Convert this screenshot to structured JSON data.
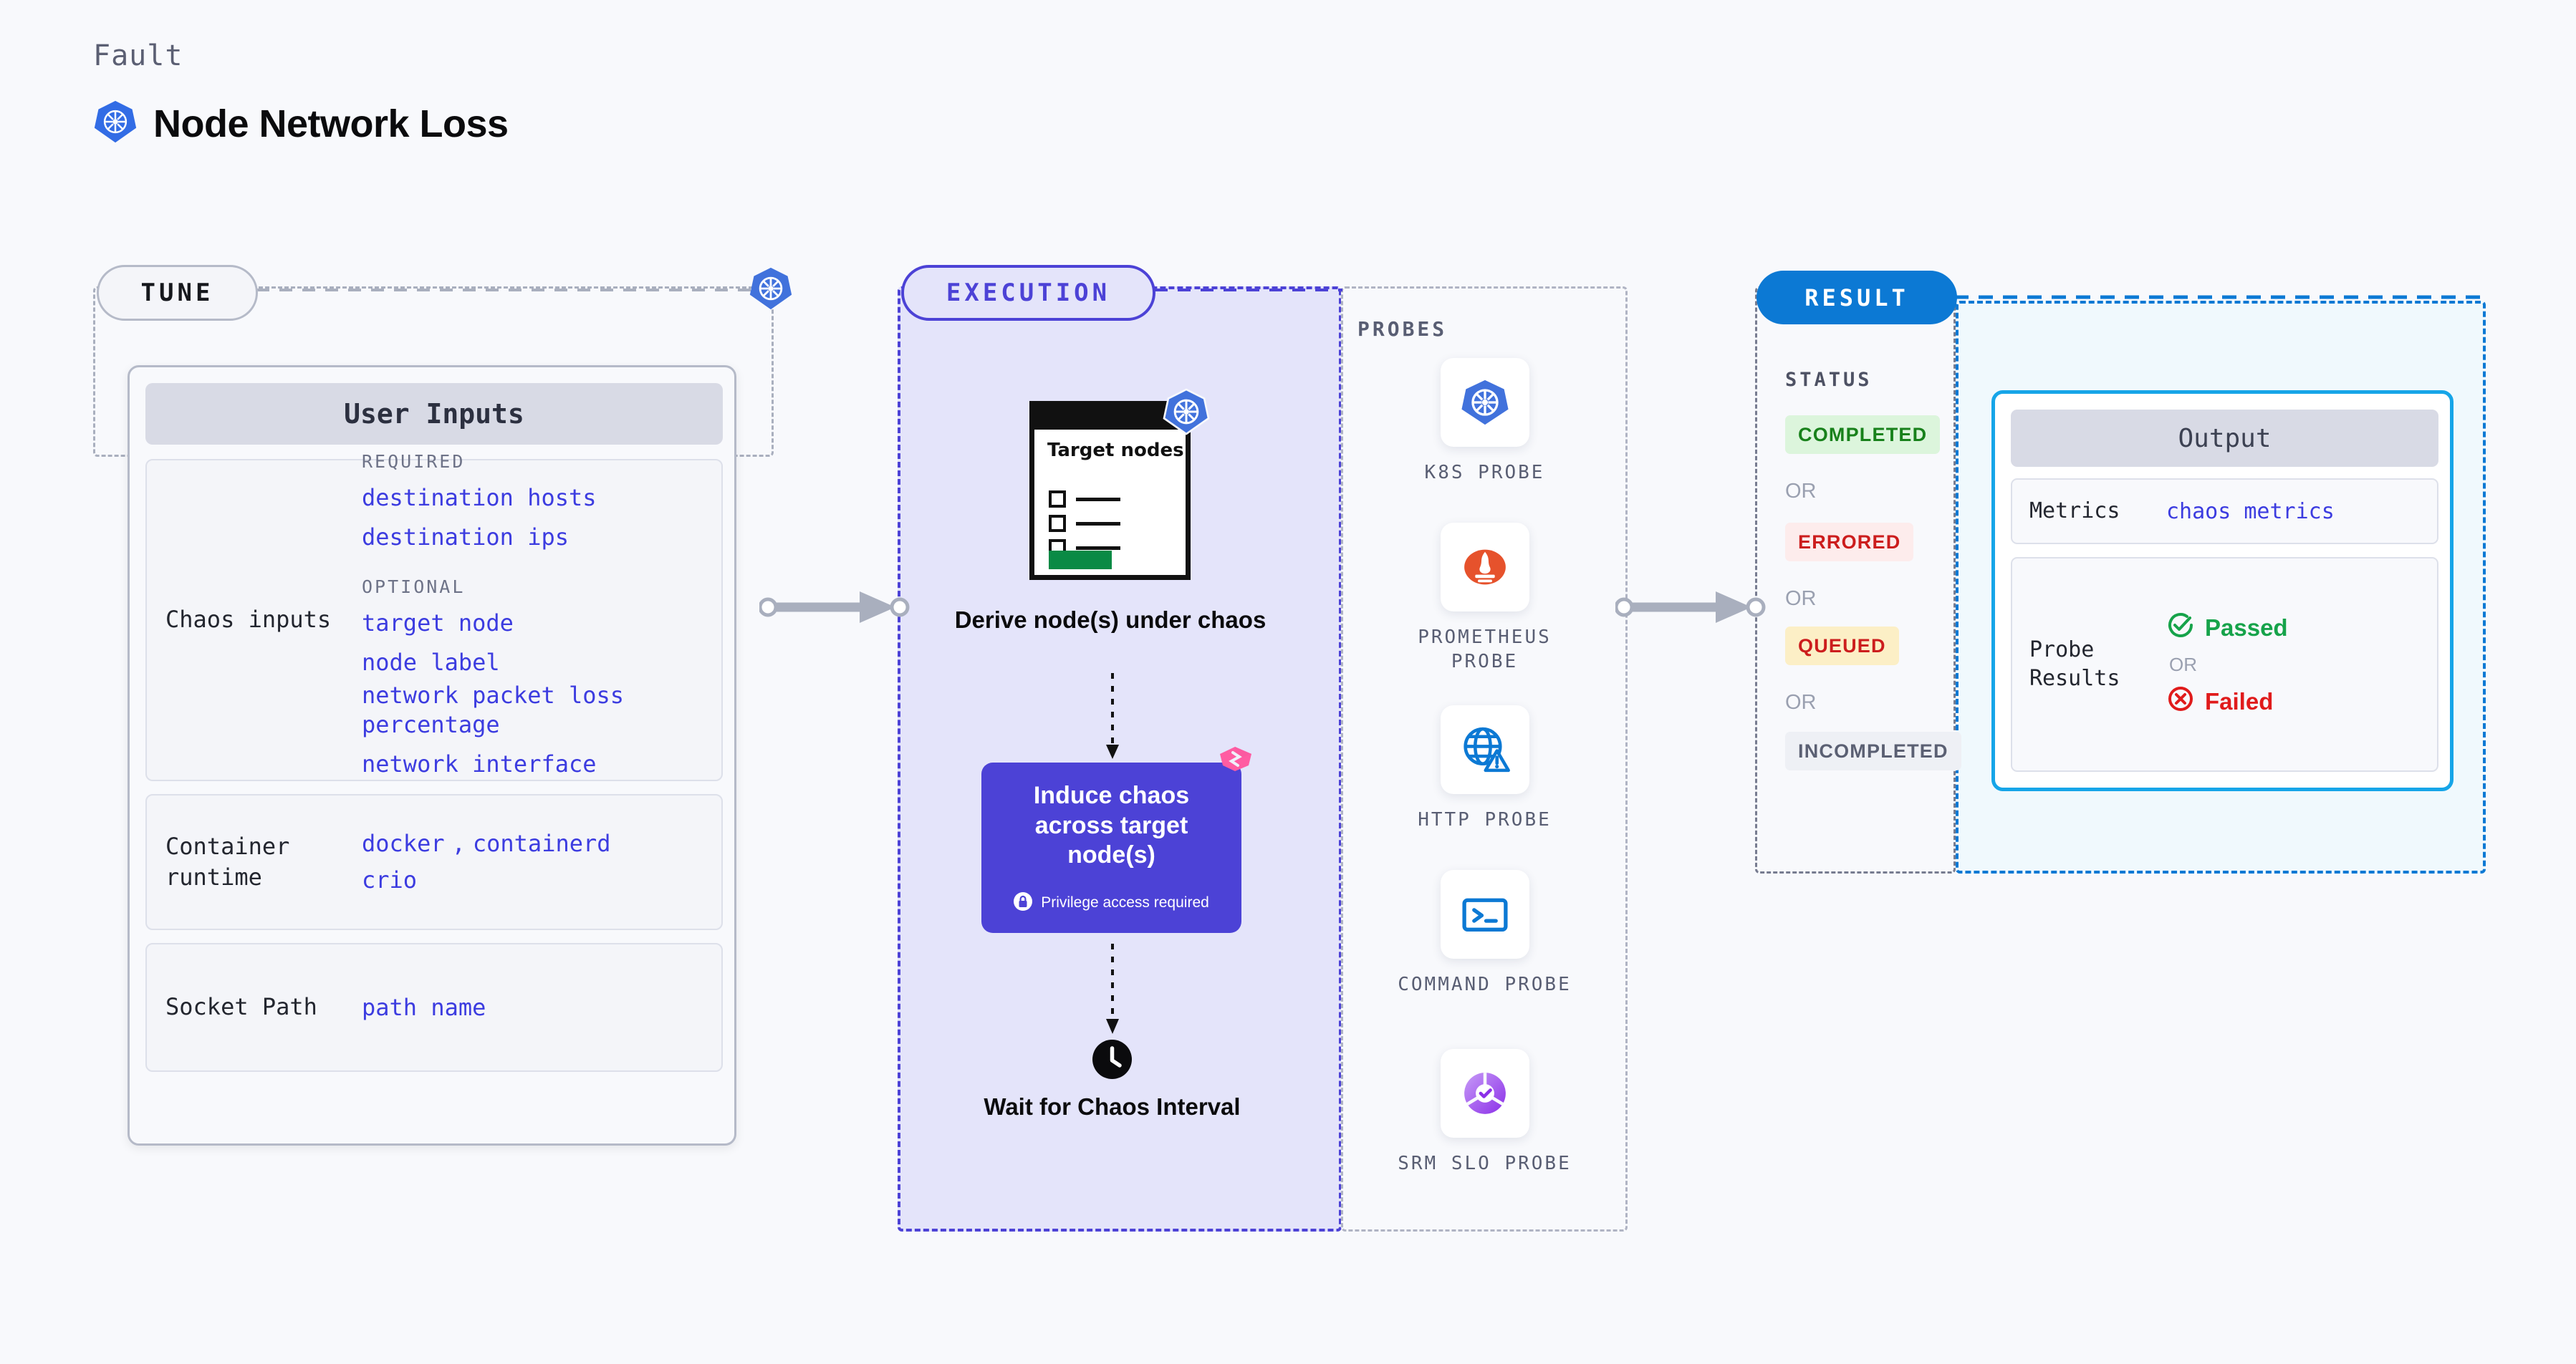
{
  "header": {
    "eyebrow": "Fault",
    "title": "Node Network Loss",
    "icon": "kubernetes-icon"
  },
  "tune": {
    "pill_label": "TUNE",
    "card_header": "User Inputs",
    "rows": [
      {
        "label": "Chaos inputs",
        "required_title": "REQUIRED",
        "required": [
          "destination hosts",
          "destination ips"
        ],
        "optional_title": "OPTIONAL",
        "optional": [
          "target node",
          "node label",
          "network packet loss percentage",
          "network interface"
        ]
      },
      {
        "label": "Container runtime",
        "values": [
          "docker",
          "containerd",
          "crio"
        ],
        "separator": ","
      },
      {
        "label": "Socket Path",
        "values": [
          "path name"
        ]
      }
    ]
  },
  "execution": {
    "pill_label": "EXECUTION",
    "derive": {
      "card_title": "Target nodes",
      "label": "Derive node(s) under chaos",
      "badge_icon": "kubernetes-icon"
    },
    "induce": {
      "title": "Induce chaos across target node(s)",
      "privilege_note": "Privilege access required",
      "privilege_icon": "lock-icon",
      "corner_badge_icon": "harness-icon"
    },
    "wait": {
      "label": "Wait for Chaos Interval",
      "icon": "clock-icon"
    }
  },
  "probes": {
    "title": "PROBES",
    "items": [
      {
        "label": "K8S PROBE",
        "icon": "kubernetes-icon"
      },
      {
        "label": "PROMETHEUS PROBE",
        "icon": "prometheus-icon"
      },
      {
        "label": "HTTP PROBE",
        "icon": "globe-warning-icon"
      },
      {
        "label": "COMMAND PROBE",
        "icon": "terminal-icon"
      },
      {
        "label": "SRM SLO PROBE",
        "icon": "srm-slo-icon"
      }
    ]
  },
  "result": {
    "pill_label": "RESULT",
    "status_title": "STATUS",
    "or_label": "OR",
    "statuses": [
      {
        "label": "COMPLETED",
        "bg": "#DCF5DC",
        "color": "#18811B"
      },
      {
        "label": "ERRORED",
        "bg": "#FDECEC",
        "color": "#CC1D1D"
      },
      {
        "label": "QUEUED",
        "bg": "#FCEFC6",
        "color": "#CC1D1D"
      },
      {
        "label": "INCOMPLETED",
        "bg": "#EEF0F5",
        "color": "#5B6073"
      }
    ]
  },
  "output": {
    "header": "Output",
    "rows": [
      {
        "label": "Metrics",
        "value": "chaos metrics"
      },
      {
        "label": "Probe Results",
        "pass_label": "Passed",
        "pass_icon": "check-circle-icon",
        "pass_color": "#16A34A",
        "or_label": "OR",
        "fail_label": "Failed",
        "fail_icon": "x-circle-icon",
        "fail_color": "#E01B1B"
      }
    ]
  },
  "colors": {
    "page_bg": "#F8F9FC",
    "execution_accent": "#4C42D6",
    "execution_bg": "#E4E4FA",
    "result_accent": "#0C79D4",
    "output_bg": "#F0F9FD",
    "kubernetes_blue": "#326CE5",
    "code_value": "#3C3CE0",
    "connector_gray": "#A9AFBE"
  }
}
